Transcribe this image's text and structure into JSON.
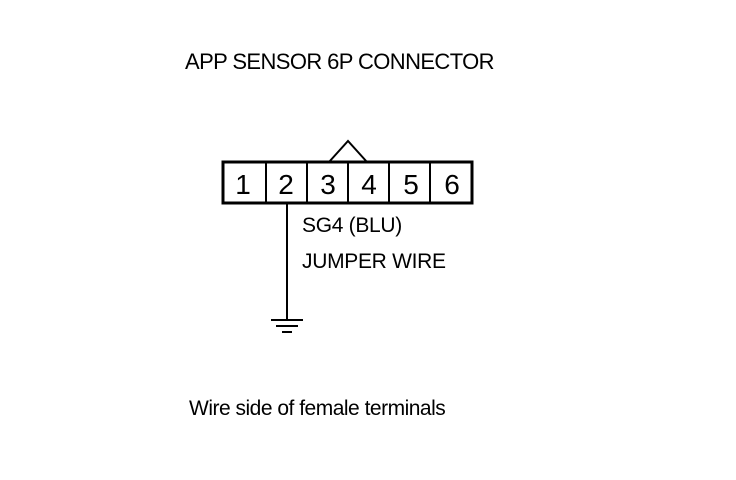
{
  "title": "APP SENSOR 6P CONNECTOR",
  "connector": {
    "pins": [
      "1",
      "2",
      "3",
      "4",
      "5",
      "6"
    ],
    "jumper_between": [
      "3",
      "4"
    ],
    "grounded_pin": "2"
  },
  "wire": {
    "label_line1": "SG4 (BLU)",
    "label_line2": "JUMPER WIRE"
  },
  "caption": "Wire side of female terminals",
  "icons": [
    "ground-symbol-icon",
    "jumper-bridge-icon"
  ]
}
